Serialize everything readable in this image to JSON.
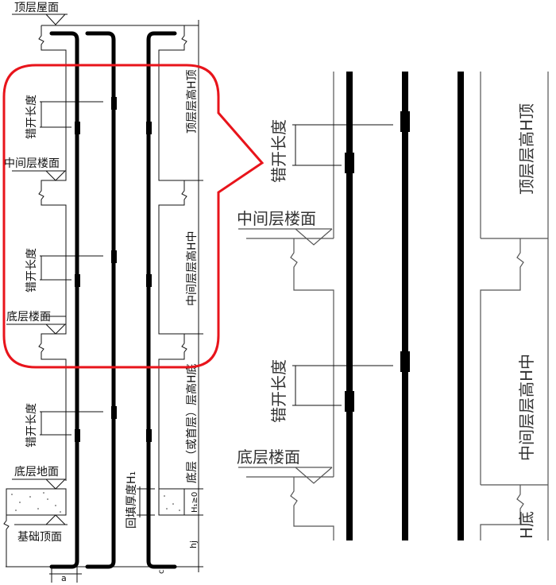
{
  "left": {
    "roof": "顶层屋面",
    "stagger_1": "错开长度",
    "stagger_2": "错开长度",
    "stagger_3": "错开长度",
    "middle_floor": "中间层楼面",
    "bottom_floor": "底层楼面",
    "top_height": "顶层层高H顶",
    "middle_height": "中间层层高H中",
    "bottom_height": "底层（或首层）层高H底",
    "ground": "底层地面",
    "foundation_top": "基础顶面",
    "backfill": "回填厚度H₁",
    "backfill_cond": "H₁≥0",
    "hj": "hj",
    "a": "a",
    "c": "c"
  },
  "right": {
    "stagger_1": "错开长度",
    "stagger_2": "错开长度",
    "middle_floor": "中间层楼面",
    "bottom_floor": "底层楼面",
    "top_height": "顶层层高H顶",
    "middle_height": "中间层层高H中",
    "bottom_height": "H底"
  },
  "colors": {
    "callout": "#e8141b"
  }
}
